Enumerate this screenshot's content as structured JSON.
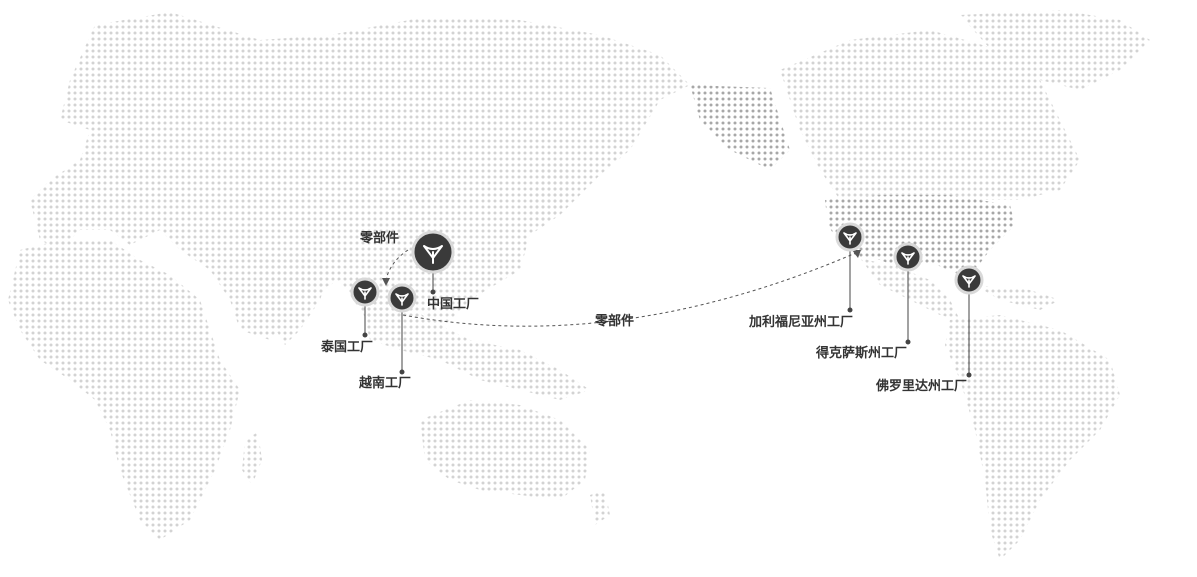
{
  "factories": {
    "china": "中国工厂",
    "thailand": "泰国工厂",
    "vietnam": "越南工厂",
    "california": "加利福尼亚州工厂",
    "texas": "得克萨斯州工厂",
    "florida": "佛罗里达州工厂"
  },
  "routes": {
    "asia_parts": "零部件",
    "pacific_parts": "零部件"
  },
  "colors": {
    "marker": "#3a3a3a",
    "land_dots": "#cfcfcf",
    "us_dots": "#a9a9a9",
    "label": "#333333"
  },
  "icons": {
    "marker": "brand-logo-icon"
  }
}
